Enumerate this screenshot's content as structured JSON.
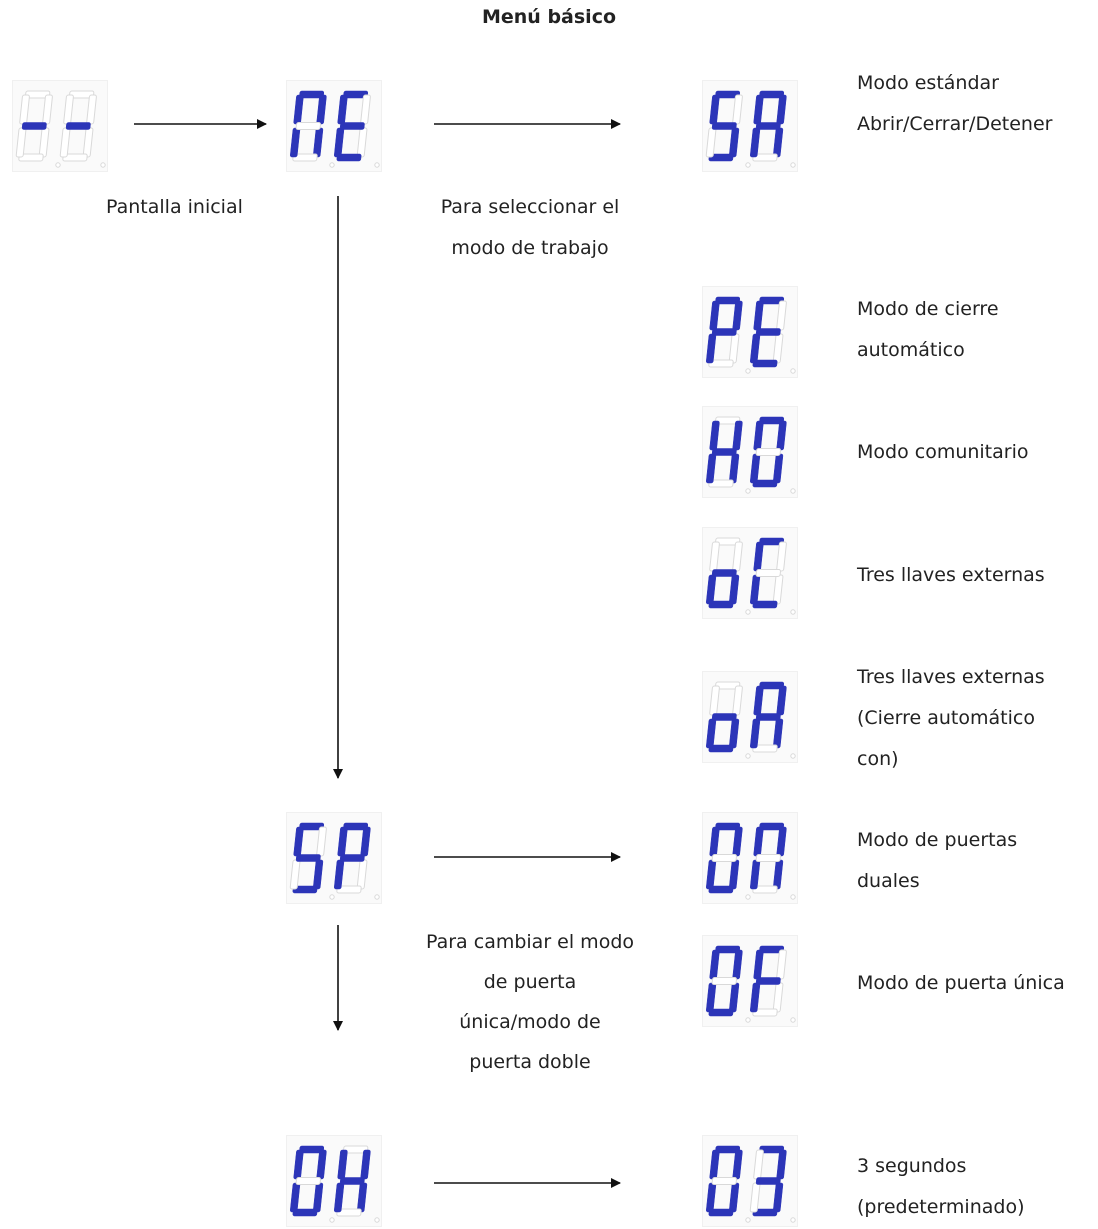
{
  "title": "Menú básico",
  "segment_color_on": "#2c35b8",
  "segment_color_off": "#d9d9d9",
  "displays": [
    {
      "id": "initial",
      "chars": "--"
    },
    {
      "id": "ne",
      "chars": "nE"
    },
    {
      "id": "sa",
      "chars": "SA"
    },
    {
      "id": "pe",
      "chars": "PE"
    },
    {
      "id": "ho",
      "chars": "HO"
    },
    {
      "id": "oc",
      "chars": "oC"
    },
    {
      "id": "oa",
      "chars": "oA"
    },
    {
      "id": "sp",
      "chars": "SP"
    },
    {
      "id": "on",
      "chars": "On"
    },
    {
      "id": "of",
      "chars": "OF"
    },
    {
      "id": "oh",
      "chars": "OH"
    },
    {
      "id": "o3",
      "chars": "O3"
    }
  ],
  "labels": {
    "initial_screen": "Pantalla inicial",
    "select_mode": [
      "Para seleccionar el",
      "modo de trabajo"
    ],
    "change_door_mode": [
      "Para cambiar el modo",
      "de puerta",
      "única/modo de",
      "puerta doble"
    ],
    "sa": [
      "Modo estándar",
      "Abrir/Cerrar/Detener"
    ],
    "pe": [
      "Modo de cierre",
      "automático"
    ],
    "ho": [
      "Modo comunitario"
    ],
    "oc": [
      "Tres llaves externas"
    ],
    "oa": [
      "Tres llaves externas",
      "(Cierre automático",
      "con)"
    ],
    "on": [
      "Modo de puertas",
      "duales"
    ],
    "of": [
      "Modo de puerta única"
    ],
    "o3": [
      "3 segundos",
      "(predeterminado)"
    ]
  }
}
